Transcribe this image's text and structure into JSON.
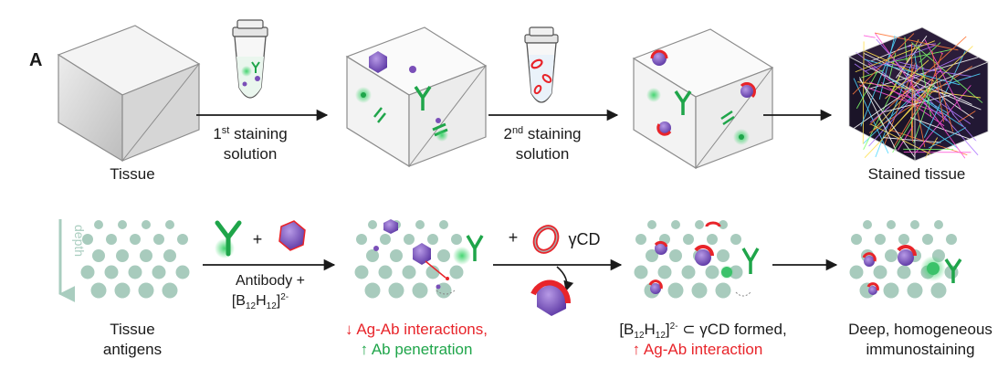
{
  "panel_label": "A",
  "top_row": {
    "tissue_label": "Tissue",
    "step1_label": {
      "ordinal": "1",
      "sup": "st",
      "line1_rest": " staining",
      "line2": "solution"
    },
    "step2_label": {
      "ordinal": "2",
      "sup": "nd",
      "line1_rest": " staining",
      "line2": "solution"
    },
    "stained_label": "Stained tissue"
  },
  "bottom_row": {
    "depth_label": "depth",
    "antigens_label": {
      "line1": "Tissue",
      "line2": "antigens"
    },
    "plus_sign": "+",
    "step1_label": {
      "line1": "Antibody +",
      "line2_pre": "[B",
      "sub1": "12",
      "mid": "H",
      "sub2": "12",
      "post": "]",
      "sup": "2-"
    },
    "effect1": {
      "red_line": "↓ Ag-Ab interactions,",
      "green_line": "↑ Ab penetration"
    },
    "step2_plus": "+",
    "step2_reagent": "γCD",
    "effect2": {
      "line1_pre": "[B",
      "sub1": "12",
      "mid": "H",
      "sub2": "12",
      "post": "]",
      "sup": "2-",
      "line1_rest": " ⊂ γCD formed,",
      "red_line": "↑ Ag-Ab interaction"
    },
    "result_label": {
      "line1": "Deep, homogeneous",
      "line2": "immunostaining"
    }
  },
  "colors": {
    "text": "#1a1a1a",
    "red": "#e8242a",
    "green": "#1fa54a",
    "depth": "#a9cdbf",
    "purple": "#7a4fb8",
    "dots": "#9ec4b5"
  }
}
